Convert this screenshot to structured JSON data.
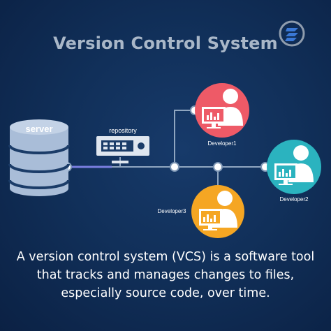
{
  "title": "Version Control System",
  "nodes": {
    "server": "server",
    "repository": "repository",
    "developer1": "Developer1",
    "developer2": "Developer2",
    "developer3": "Developer3"
  },
  "description": "A version control system (VCS) is a software tool that tracks and manages changes to files, especially source code, over time.",
  "colors": {
    "background": "#11305a",
    "developer1": "#ee5a67",
    "developer2": "#2bb3bf",
    "developer3": "#f5a623",
    "server": "#a9bdd8",
    "connector": "#8fa6c0",
    "server_link": "#7b7fe0"
  },
  "logo_icon": "s-brand-logo-icon"
}
